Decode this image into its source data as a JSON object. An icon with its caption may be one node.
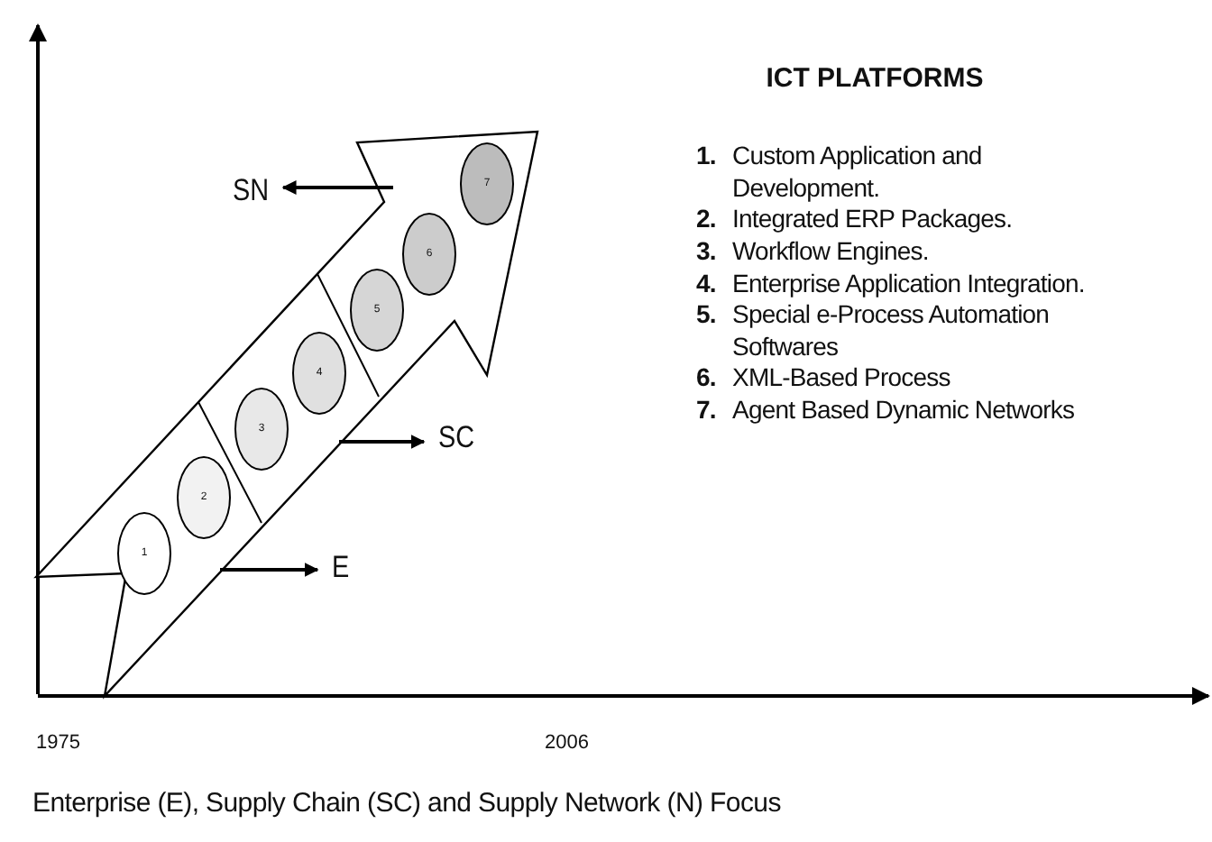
{
  "diagram": {
    "title": "ICT PLATFORMS",
    "caption": "Enterprise (E), Supply Chain (SC) and Supply Network (N) Focus",
    "nodes": [
      {
        "text": [
          "1"
        ]
      },
      {
        "text": [
          "2"
        ]
      },
      {
        "text": [
          "3"
        ]
      },
      {
        "text": [
          "4"
        ]
      },
      {
        "text": [
          "5"
        ]
      },
      {
        "text": [
          "6"
        ]
      },
      {
        "text": [
          "7"
        ]
      },
      {
        "text": [
          "SN"
        ]
      },
      {
        "text": [
          "SC"
        ]
      },
      {
        "text": [
          "E"
        ]
      }
    ],
    "edges": [
      {
        "from": null,
        "to": 7,
        "arrow": "to"
      },
      {
        "from": null,
        "to": 8,
        "arrow": "to"
      },
      {
        "from": null,
        "to": 9,
        "arrow": "to"
      }
    ],
    "labels": [
      "**1.** Custom Application and Development.",
      "**2.** Integrated ERP Packages.",
      "**3.** Workflow Engines.",
      "**4.** Enterprise Application Integration.",
      "**5.** Special e-Process Automation Softwares",
      "**6.** XML-Based Process",
      "**7.** Agent Based Dynamic Networks",
      "1975",
      "2006"
    ]
  }
}
